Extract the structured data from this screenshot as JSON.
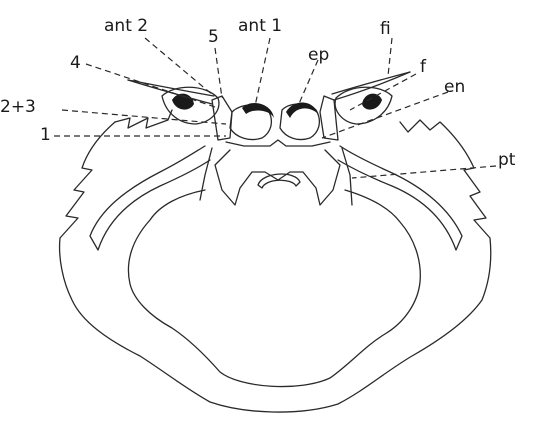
{
  "figure": {
    "labels": {
      "ant2": "ant 2",
      "num5": "5",
      "ant1": "ant 1",
      "ep": "ep",
      "fi": "fi",
      "num4": "4",
      "f": "f",
      "en": "en",
      "num23": "2+3",
      "num1": "1",
      "pt": "pt"
    }
  }
}
